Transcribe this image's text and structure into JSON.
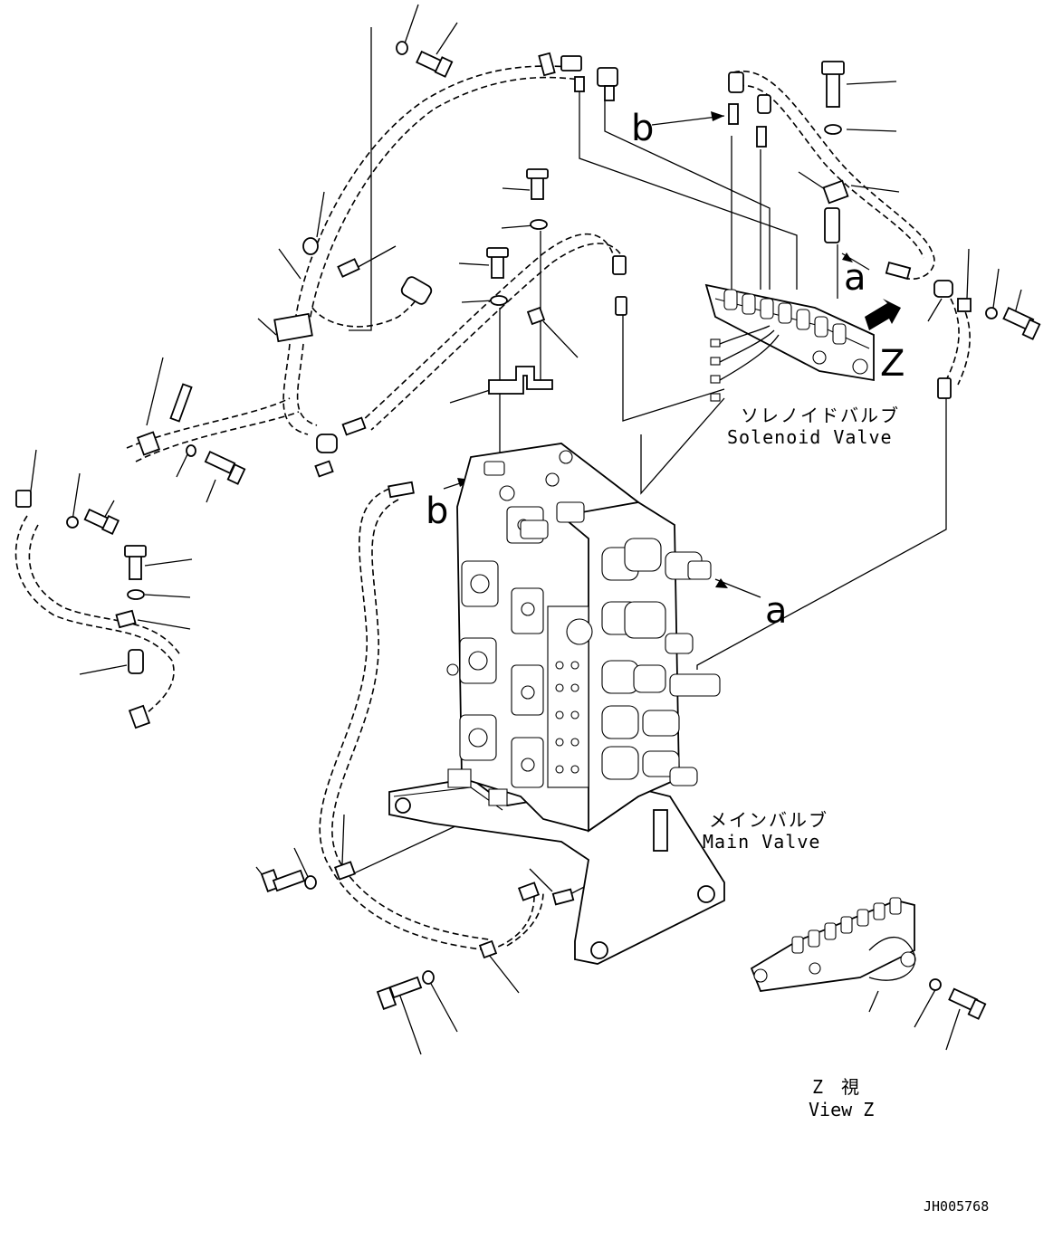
{
  "labels": {
    "solenoid_jp": "ソレノイドバルブ",
    "solenoid_en": "Solenoid Valve",
    "main_jp": "メインバルブ",
    "main_en": "Main Valve",
    "viewz_jp": "Z　視",
    "viewz_en": "View Z",
    "drawing_no": "JH005768"
  },
  "callouts": {
    "a_top": "a",
    "a_main": "a",
    "b_top": "b",
    "b_main": "b",
    "z": "Z"
  }
}
